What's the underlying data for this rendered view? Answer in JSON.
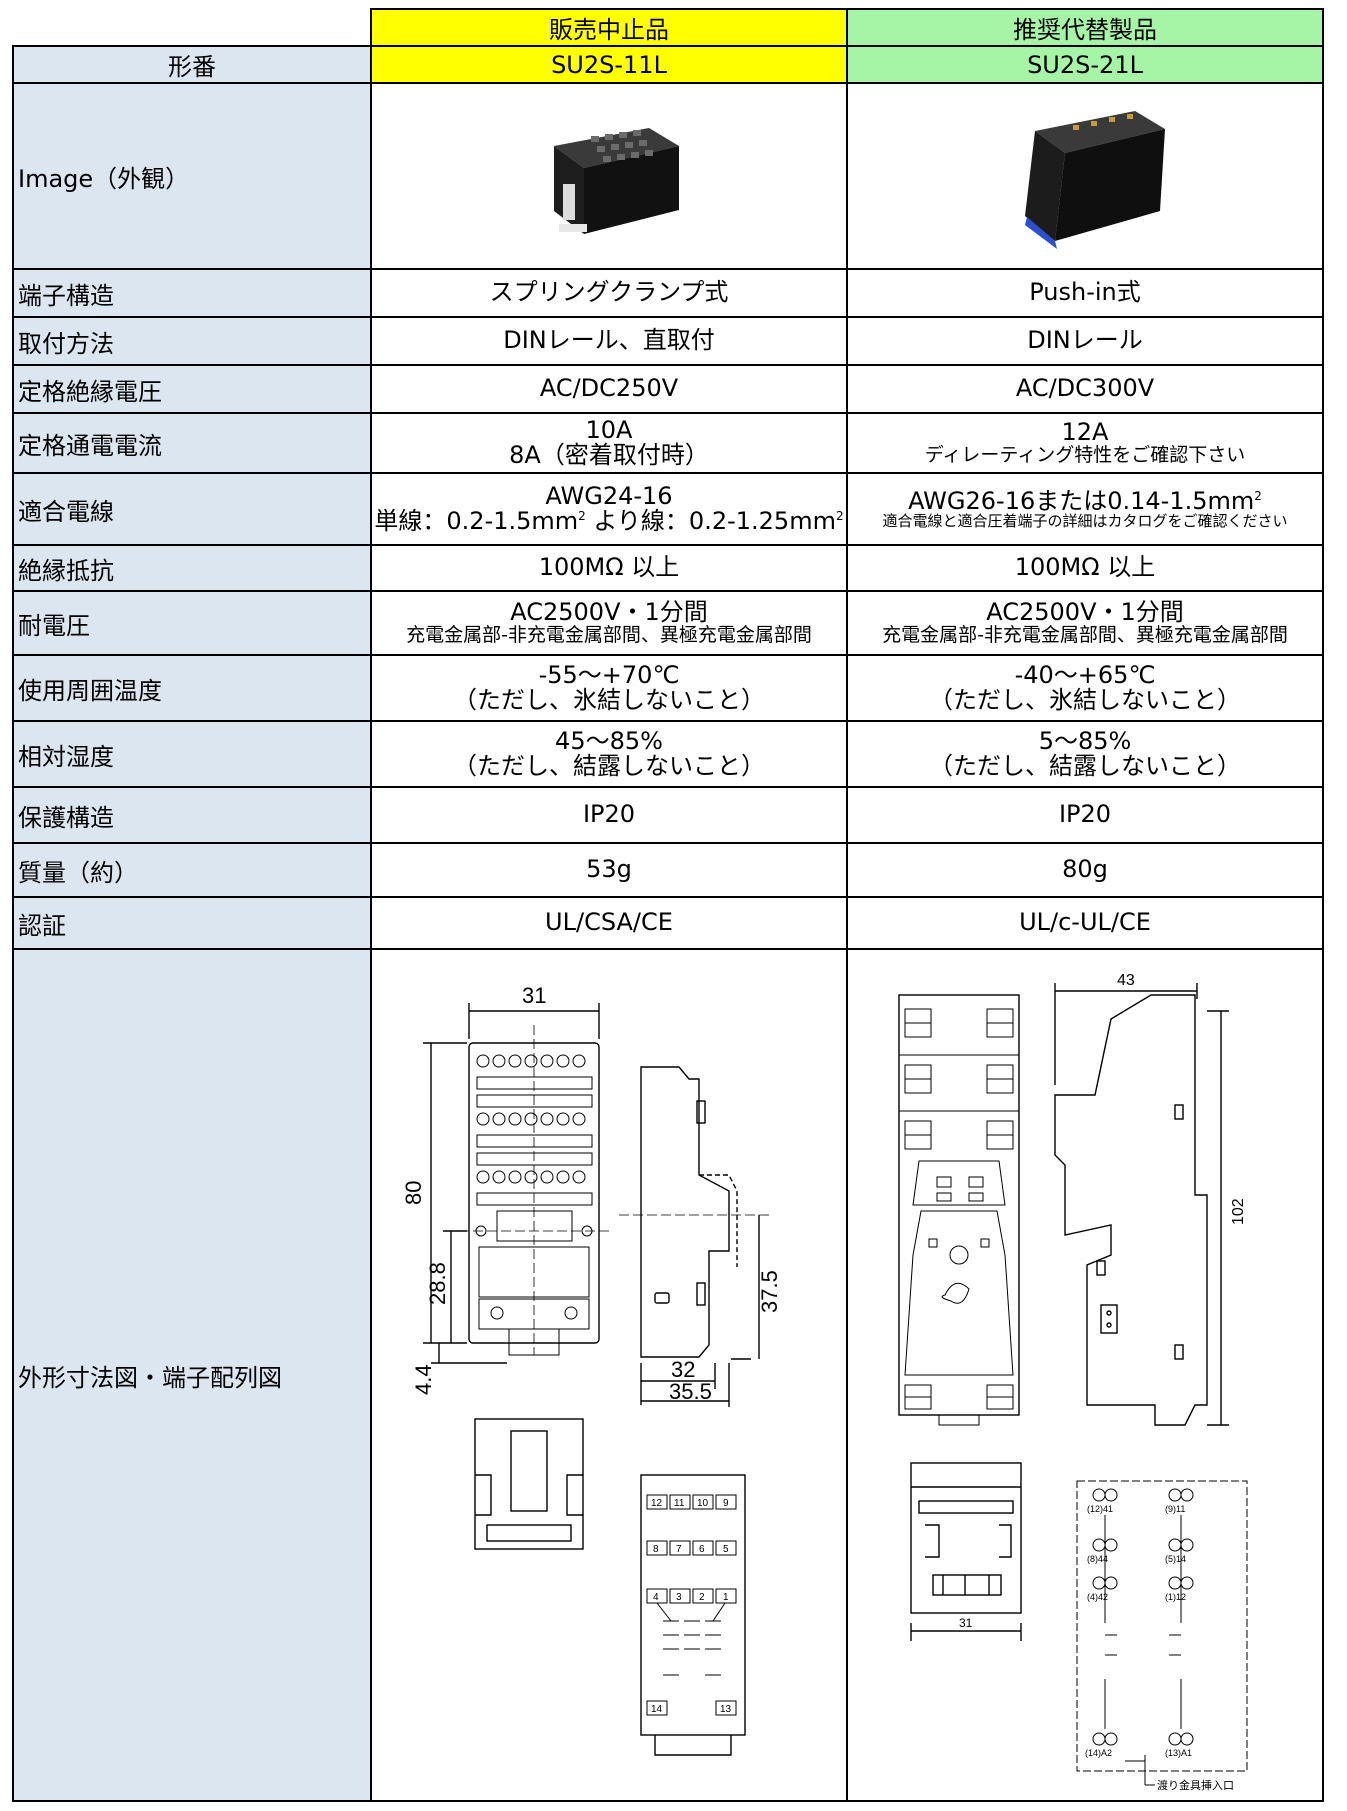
{
  "header": {
    "discontinued": "販売中止品",
    "recommended": "推奨代替製品"
  },
  "rows": {
    "model": {
      "label": "形番",
      "old": "SU2S-11L",
      "new": "SU2S-21L"
    },
    "image": {
      "label": "Image（外観）"
    },
    "terminal": {
      "label": "端子構造",
      "old": "スプリングクランプ式",
      "new": "Push-in式"
    },
    "mounting": {
      "label": "取付方法",
      "old": "DINレール、直取付",
      "new": "DINレール"
    },
    "insulation_voltage": {
      "label": "定格絶縁電圧",
      "old": "AC/DC250V",
      "new": "AC/DC300V"
    },
    "current": {
      "label": "定格通電電流",
      "old_1": "10A",
      "old_2": "8A（密着取付時）",
      "new_1": "12A",
      "new_2": "ディレーティング特性をご確認下さい"
    },
    "wire": {
      "label": "適合電線",
      "old_1": "AWG24-16",
      "old_2a": "単線：0.2-1.5mm",
      "old_2b": " より線：0.2-1.25mm",
      "sup": "2",
      "new_1": "AWG26-16または0.14-1.5mm",
      "new_2": "適合電線と適合圧着端子の詳細はカタログをご確認ください"
    },
    "resistance": {
      "label": "絶縁抵抗",
      "old": "100MΩ 以上",
      "new": "100MΩ 以上"
    },
    "withstand": {
      "label": "耐電圧",
      "old_1": "AC2500V・1分間",
      "old_2": "充電金属部-非充電金属部間、異極充電金属部間",
      "new_1": "AC2500V・1分間",
      "new_2": "充電金属部-非充電金属部間、異極充電金属部間"
    },
    "temperature": {
      "label": "使用周囲温度",
      "old_1": "-55～+70℃",
      "old_2": "（ただし、氷結しないこと）",
      "new_1": "-40～+65℃",
      "new_2": "（ただし、氷結しないこと）"
    },
    "humidity": {
      "label": "相対湿度",
      "old_1": "45～85%",
      "old_2": "（ただし、結露しないこと）",
      "new_1": "5～85%",
      "new_2": "（ただし、結露しないこと）"
    },
    "protection": {
      "label": "保護構造",
      "old": "IP20",
      "new": "IP20"
    },
    "mass": {
      "label": "質量（約）",
      "old": "53g",
      "new": "80g"
    },
    "certification": {
      "label": "認証",
      "old": "UL/CSA/CE",
      "new": "UL/c-UL/CE"
    },
    "drawing": {
      "label": "外形寸法図・端子配列図"
    }
  },
  "drawing_old": {
    "width": "31",
    "height": "80",
    "pitch": "28.8",
    "bottom": "4.4",
    "depth_a": "32",
    "depth_b": "35.5",
    "rail_h": "37.5",
    "terminals": [
      "12",
      "11",
      "10",
      "9",
      "8",
      "7",
      "6",
      "5",
      "4",
      "3",
      "2",
      "1",
      "14",
      "13"
    ]
  },
  "drawing_new": {
    "width": "43",
    "height": "102",
    "bottom_w": "31",
    "terminals": [
      "(12)41",
      "(9)11",
      "(8)44",
      "(5)14",
      "(4)42",
      "(1)12",
      "(14)A2",
      "(13)A1"
    ],
    "note": "渡り金具挿入口"
  }
}
